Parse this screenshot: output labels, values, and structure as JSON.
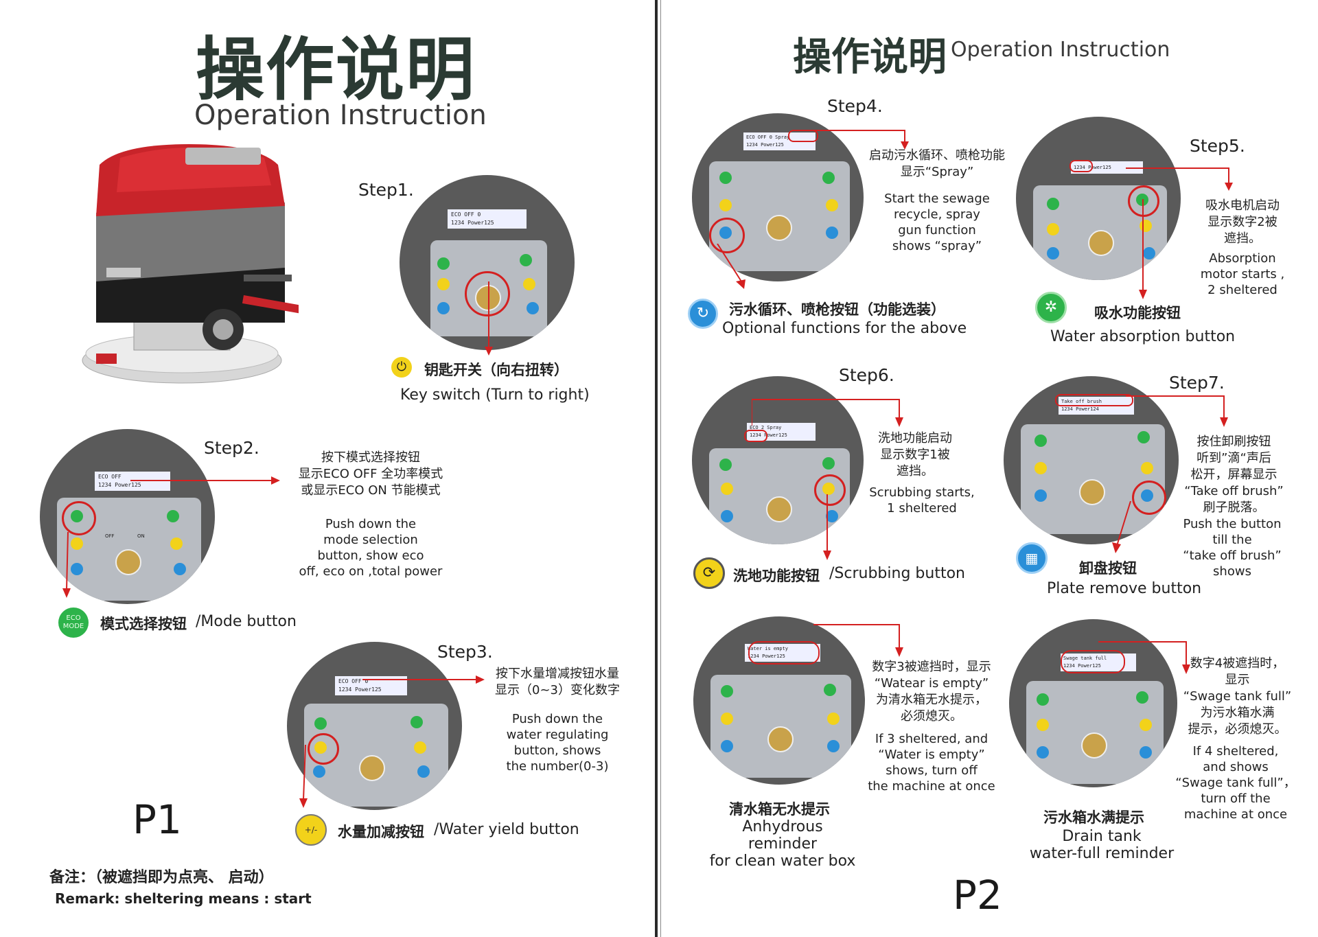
{
  "p1": {
    "title_zh": "操作说明",
    "title_en": "Operation Instruction",
    "step1": {
      "label": "Step1.",
      "lcd_line1": "ECO OFF 0",
      "lcd_line2": "1234    Power125",
      "btn_zh": "钥匙开关（向右扭转）",
      "btn_en": "Key switch  (Turn to right)"
    },
    "step2": {
      "label": "Step2.",
      "lcd_line1": "ECO OFF",
      "lcd_line2": "1234    Power125",
      "desc_zh": [
        "按下模式选择按钮",
        "显示ECO OFF 全功率模式",
        "或显示ECO ON 节能模式"
      ],
      "desc_en": [
        "Push down the",
        "mode selection",
        "button, show eco",
        "off, eco on ,total power"
      ],
      "btn_zh": "模式选择按钮",
      "btn_en": "/Mode button",
      "icon_text": "ECO MODE"
    },
    "step3": {
      "label": "Step3.",
      "lcd_line1": "ECO OFF 0",
      "lcd_line2": "1234    Power125",
      "desc_zh": [
        "按下水量增减按钮水量",
        "显示（0~3）变化数字"
      ],
      "desc_en": [
        "Push down the",
        "water regulating",
        "button, shows",
        "the number(0-3)"
      ],
      "btn_zh": "水量加减按钮",
      "btn_en": "/Water yield button",
      "icon_text": "+/-"
    },
    "page_label": "P1",
    "remark_zh": "备注：（被遮挡即为点亮、 启动）",
    "remark_en": "Remark: sheltering means : start"
  },
  "p2": {
    "title_zh": "操作说明",
    "title_en": "Operation Instruction",
    "step4": {
      "label": "Step4.",
      "lcd_line1": "ECO OFF 0 Spray",
      "lcd_line2": "1234    Power125",
      "desc_zh": [
        "启动污水循环、喷枪功能",
        "显示“Spray”"
      ],
      "desc_en": [
        "Start the sewage",
        "recycle, spray",
        "gun function",
        "shows  “spray”"
      ],
      "btn_zh": "污水循环、喷枪按钮（功能选装）",
      "btn_en": "Optional functions for the above"
    },
    "step5": {
      "label": "Step5.",
      "lcd_line1": "1234    Power125",
      "desc_zh": [
        "吸水电机启动",
        "显示数字2被",
        "遮挡。"
      ],
      "desc_en": [
        "Absorption",
        "motor starts ,",
        "2 sheltered"
      ],
      "btn_zh": "吸水功能按钮",
      "btn_en": "Water absorption button"
    },
    "step6": {
      "label": "Step6.",
      "lcd_line1": "ECO 2 Spray",
      "lcd_line2": "1234    Power125",
      "desc_zh": [
        "洗地功能启动",
        "显示数字1被",
        "遮挡。"
      ],
      "desc_en": [
        "Scrubbing starts,",
        "1 sheltered"
      ],
      "btn_zh": "洗地功能按钮",
      "btn_en": "/Scrubbing button"
    },
    "step7": {
      "label": "Step7.",
      "lcd_line1": "Take off brush",
      "lcd_line2": "1234    Power124",
      "desc_zh": [
        "按住卸刷按钮",
        "听到”滴“声后",
        "松开，屏幕显示",
        "“Take off brush”",
        "刷子脱落。"
      ],
      "desc_en": [
        "Push the button",
        "till the",
        "“take off brush”",
        "shows"
      ],
      "btn_zh": "卸盘按钮",
      "btn_en": "Plate remove button"
    },
    "water_empty": {
      "lcd_line1": "Water is empty",
      "lcd_line2": "1234    Power125",
      "desc_zh": [
        "数字3被遮挡时，显示",
        "“Watear is empty”",
        "为清水箱无水提示，",
        "必须熄灭。"
      ],
      "desc_en": [
        "If 3 sheltered, and",
        "“Water is empty”",
        "shows, turn off",
        "the machine at once"
      ],
      "btn_zh": "清水箱无水提示",
      "btn_en": [
        "Anhydrous reminder",
        "for clean water box"
      ]
    },
    "tank_full": {
      "lcd_line1": "Swage tank full",
      "lcd_line2": "1234    Power125",
      "desc_zh": [
        "数字4被遮挡时，",
        "显示",
        "“Swage tank full”",
        "为污水箱水满",
        "提示，必须熄灭。"
      ],
      "desc_en": [
        "If 4 sheltered,",
        "and shows",
        "“Swage tank full”，",
        "turn off the",
        "machine at once"
      ],
      "btn_zh": "污水箱水满提示",
      "btn_en": [
        "Drain tank",
        "water-full reminder"
      ]
    },
    "page_label": "P2"
  },
  "panel_switch": {
    "off": "OFF",
    "on": "ON"
  },
  "colors": {
    "red": "#d42020",
    "green": "#2db34a",
    "yellow": "#f2d21a",
    "blue": "#2a8fd8",
    "panel": "#5a5a5a"
  }
}
